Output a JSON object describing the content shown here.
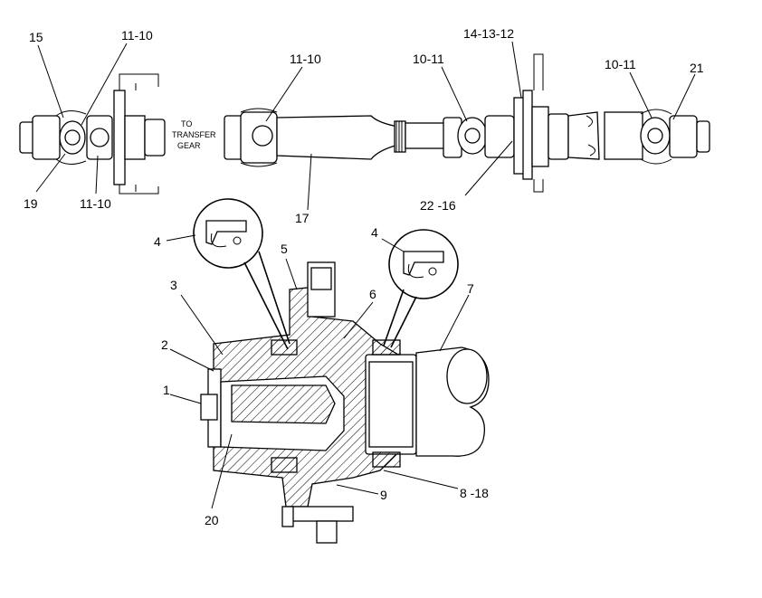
{
  "diagram": {
    "transfer_note": [
      "TO",
      "TRANSFER",
      "GEAR"
    ],
    "callouts": {
      "c15": "15",
      "c11_10_top_left": "11-10",
      "c19": "19",
      "c11_10_bottom_left": "11-10",
      "c11_10_mid": "11-10",
      "c17": "17",
      "c10_11_mid": "10-11",
      "c14_13_12": "14-13-12",
      "c22_16": "22 -16",
      "c10_11_right": "10-11",
      "c21": "21",
      "c4_left": "4",
      "c4_right": "4",
      "c5": "5",
      "c3": "3",
      "c6": "6",
      "c7": "7",
      "c2": "2",
      "c1": "1",
      "c20": "20",
      "c9": "9",
      "c8_18": "8 -18"
    }
  }
}
